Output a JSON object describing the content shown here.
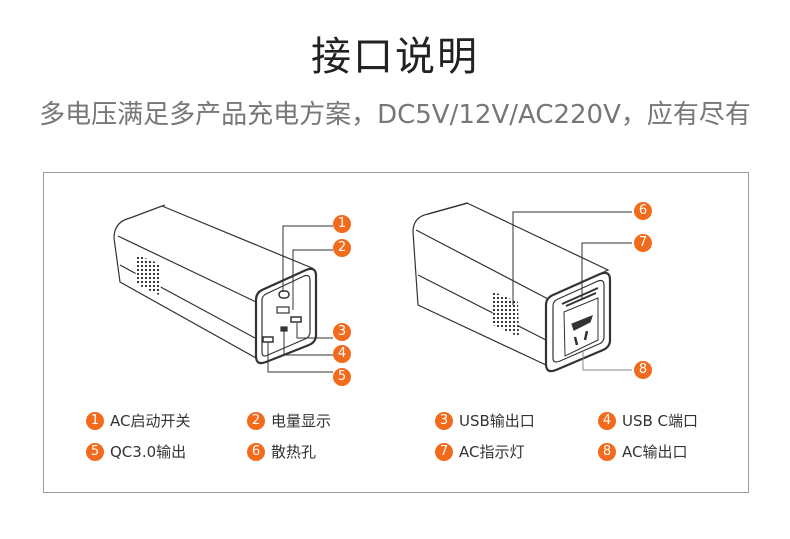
{
  "header": {
    "title": "接口说明",
    "subtitle": "多电压满足多产品充电方案，DC5V/12V/AC220V，应有尽有"
  },
  "accent_color": "#f26a1b",
  "markers": [
    "1",
    "2",
    "3",
    "4",
    "5",
    "6",
    "7",
    "8"
  ],
  "legend": [
    {
      "num": "1",
      "label": "AC启动开关"
    },
    {
      "num": "2",
      "label": "电量显示"
    },
    {
      "num": "3",
      "label": "USB输出口"
    },
    {
      "num": "4",
      "label": "USB C端口"
    },
    {
      "num": "5",
      "label": "QC3.0输出"
    },
    {
      "num": "6",
      "label": "散热孔"
    },
    {
      "num": "7",
      "label": "AC指示灯"
    },
    {
      "num": "8",
      "label": "AC输出口"
    }
  ]
}
